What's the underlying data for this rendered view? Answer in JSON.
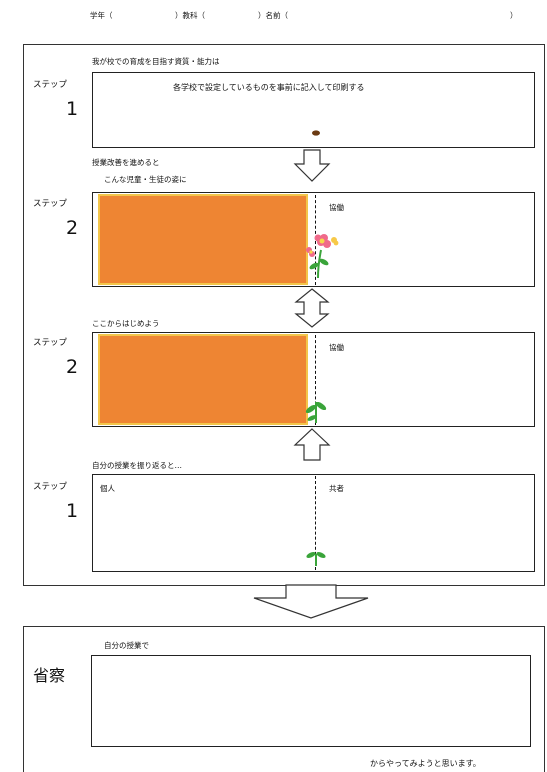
{
  "header": {
    "grade_label": "学年（",
    "subject_label": "）教科（",
    "name_label": "）名前（",
    "close_paren": "）"
  },
  "goal": {
    "intro": "我が校での育成を目指す資質・能力は",
    "placeholder": "各学校で設定しているものを事前に記入して印刷する"
  },
  "steps": [
    {
      "word": "ステップ",
      "num": "1"
    },
    {
      "word": "ステップ",
      "num": "2"
    },
    {
      "word": "ステップ",
      "num": "2"
    },
    {
      "word": "ステップ",
      "num": "1"
    }
  ],
  "captions": {
    "after_improve": "授業改善を進めると",
    "ideal_students": "こんな児童・生徒の姿に",
    "start_here": "ここからはじめよう",
    "reflect": "自分の授業を振り返ると…"
  },
  "quadrant_labels": {
    "collab_1": "協働",
    "collab_2": "協働",
    "individual": "個人",
    "together": "共者"
  },
  "reflection": {
    "title": "省察",
    "lead": "自分の授業で",
    "closing": "からやってみようと思います。"
  },
  "colors": {
    "orange": "#ee8533",
    "orange_border": "#f3c64a",
    "flower_pink": "#f06a8a",
    "leaf_green": "#3aa43a"
  },
  "icons": [
    "flower-icon",
    "sprout-icon",
    "seedling-icon",
    "seed-icon"
  ]
}
